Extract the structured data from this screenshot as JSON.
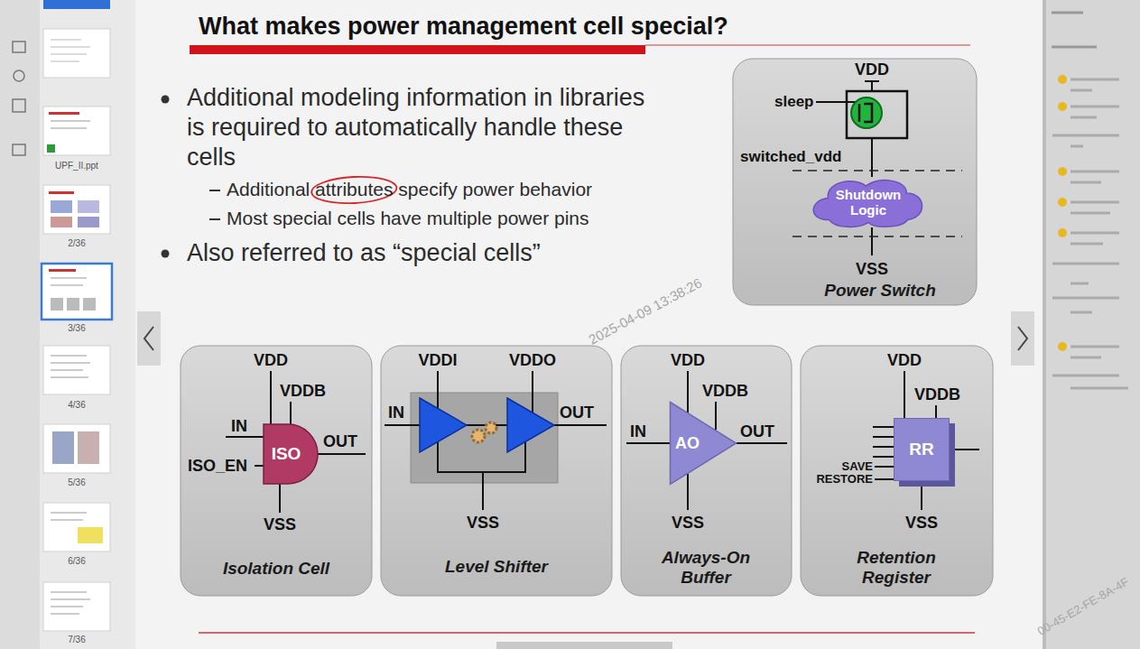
{
  "diagram": {
    "title": "What makes power management cell special?",
    "nodes": [
      {
        "text": [
          "Power Switch"
        ]
      },
      {
        "text": [
          "Shutdown Logic"
        ],
        "in": 0
      },
      {
        "text": [
          "Isolation Cell"
        ]
      },
      {
        "text": [
          "ISO"
        ],
        "in": 2
      },
      {
        "text": [
          "Level Shifter"
        ]
      },
      {
        "text": [
          "Always-On Buffer"
        ]
      },
      {
        "text": [
          "AO"
        ],
        "in": 5
      },
      {
        "text": [
          "Retention Register"
        ]
      },
      {
        "text": [
          "RR"
        ],
        "in": 7
      }
    ],
    "labels": [
      "Additional modeling information in libraries is required to automatically handle these cells",
      "Additional attributes specify power behavior",
      "Most special cells have multiple power pins",
      "Also referred to as “special cells”",
      "VDD",
      "sleep",
      "switched_vdd",
      "VSS",
      "VDD",
      "VDDB",
      "IN",
      "ISO_EN",
      "OUT",
      "VSS",
      "VDDI",
      "VDDO",
      "IN",
      "OUT",
      "VSS",
      "VDD",
      "VDDB",
      "IN",
      "OUT",
      "VSS",
      "VDD",
      "VDDB",
      "SAVE",
      "RESTORE",
      "VSS",
      "2/36",
      "3/36",
      "4/36",
      "5/36",
      "6/36",
      "7/36",
      "UPF_II.ppt",
      "2025-04-09 13:38:26",
      "00-45-E2-FE-8A-4F"
    ]
  }
}
